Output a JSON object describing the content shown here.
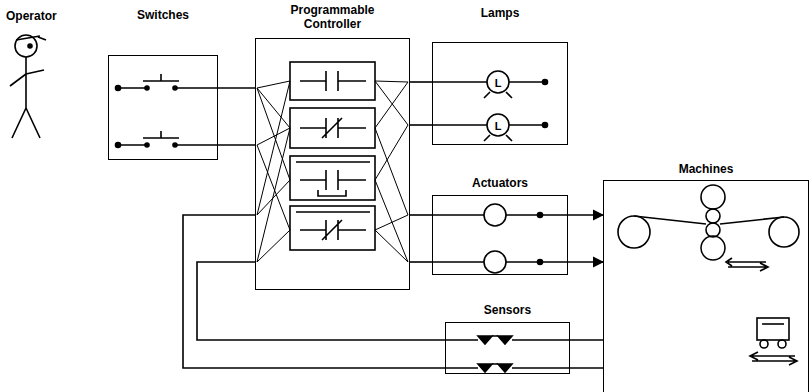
{
  "diagram": {
    "nodes": [
      {
        "text": [
          "Switches"
        ]
      },
      {
        "text": [
          "Programmable Controller"
        ]
      },
      {
        "text": [
          "Lamps"
        ]
      },
      {
        "text": [
          "Actuators"
        ]
      },
      {
        "text": [
          "Machines"
        ]
      },
      {
        "text": [
          "Sensors"
        ]
      }
    ],
    "edges": [
      {
        "from": 0,
        "to": 1,
        "arrow": "none"
      },
      {
        "from": 0,
        "to": 1,
        "arrow": "none"
      },
      {
        "from": 1,
        "to": 2,
        "arrow": "none"
      },
      {
        "from": 1,
        "to": 2,
        "arrow": "none"
      },
      {
        "from": 1,
        "to": 3,
        "arrow": "none"
      },
      {
        "from": 1,
        "to": 3,
        "arrow": "none"
      },
      {
        "from": 3,
        "to": 4,
        "arrow": "to"
      },
      {
        "from": 3,
        "to": 4,
        "arrow": "to"
      },
      {
        "from": 4,
        "to": 5,
        "arrow": "none"
      },
      {
        "from": 4,
        "to": 5,
        "arrow": "none"
      },
      {
        "from": 5,
        "to": 1,
        "arrow": "none"
      },
      {
        "from": 5,
        "to": 1,
        "arrow": "none"
      }
    ],
    "labels": [
      "Operator",
      "L",
      "L"
    ]
  }
}
